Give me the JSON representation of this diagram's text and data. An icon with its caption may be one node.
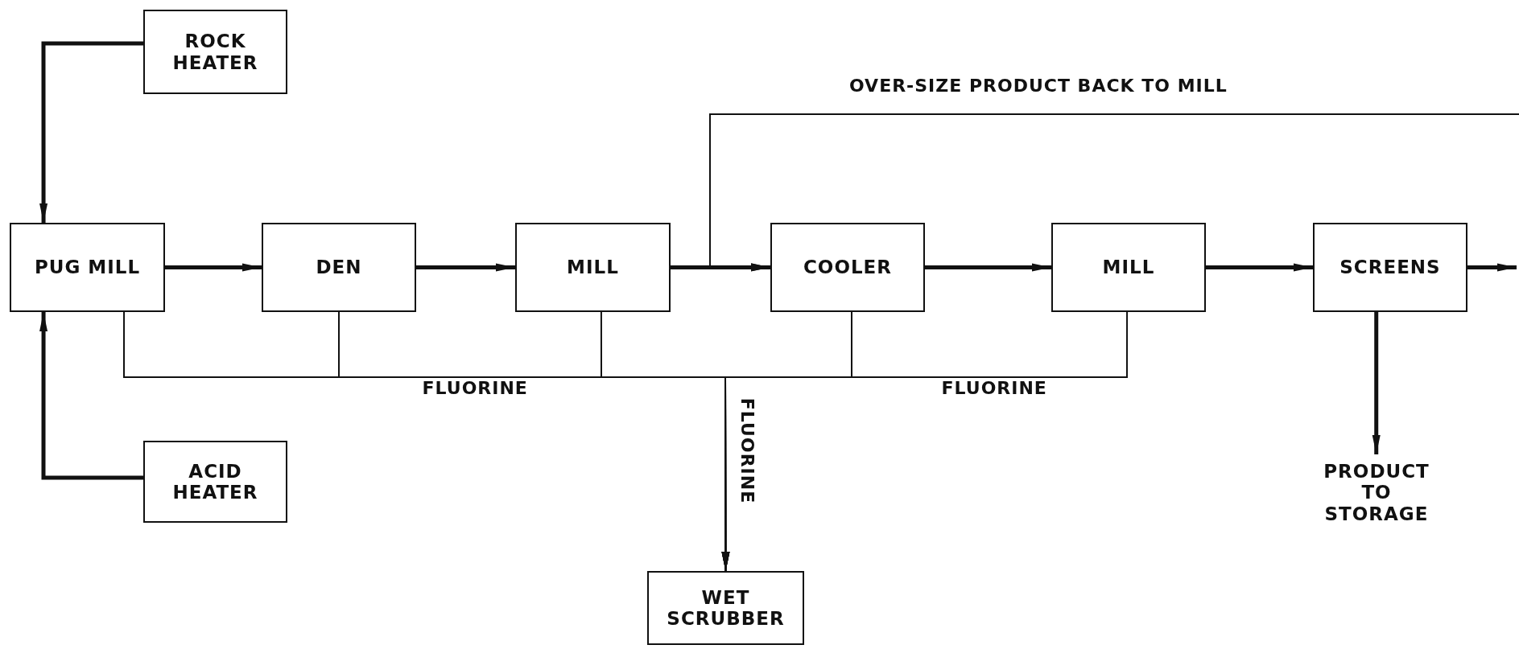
{
  "diagram": {
    "nodes": [
      {
        "text": [
          "ROCK HEATER"
        ]
      },
      {
        "text": [
          "PUG MILL"
        ]
      },
      {
        "text": [
          "ACID HEATER"
        ]
      },
      {
        "text": [
          "DEN"
        ]
      },
      {
        "text": [
          "MILL"
        ]
      },
      {
        "text": [
          "COOLER"
        ]
      },
      {
        "text": [
          "MILL"
        ]
      },
      {
        "text": [
          "SCREENS"
        ]
      },
      {
        "text": [
          "WET SCRUBBER"
        ]
      },
      {
        "text": [
          "PRODUCT TO STORAGE"
        ]
      }
    ],
    "edges": [
      {
        "from": 0,
        "to": 1,
        "arrow": "to"
      },
      {
        "from": 2,
        "to": 1,
        "arrow": "to"
      },
      {
        "from": 1,
        "to": 3,
        "arrow": "to"
      },
      {
        "from": 3,
        "to": 4,
        "arrow": "to"
      },
      {
        "from": 4,
        "to": 5,
        "arrow": "to"
      },
      {
        "from": 5,
        "to": 6,
        "arrow": "to"
      },
      {
        "from": 6,
        "to": 7,
        "arrow": "to"
      },
      {
        "from": 7,
        "to": null,
        "arrow": "to"
      },
      {
        "from": null,
        "to": 5,
        "arrow": "to",
        "label": "OVER-SIZE PRODUCT BACK TO MILL"
      },
      {
        "from": 1,
        "to": 8,
        "arrow": "to",
        "label": "FLUORINE"
      },
      {
        "from": 3,
        "to": 8,
        "arrow": "to"
      },
      {
        "from": 4,
        "to": 8,
        "arrow": "to",
        "label": "FLUORINE"
      },
      {
        "from": 5,
        "to": 8,
        "arrow": "to"
      },
      {
        "from": 6,
        "to": 8,
        "arrow": "to",
        "label": "FLUORINE"
      },
      {
        "from": 7,
        "to": 9,
        "arrow": "to"
      }
    ]
  }
}
